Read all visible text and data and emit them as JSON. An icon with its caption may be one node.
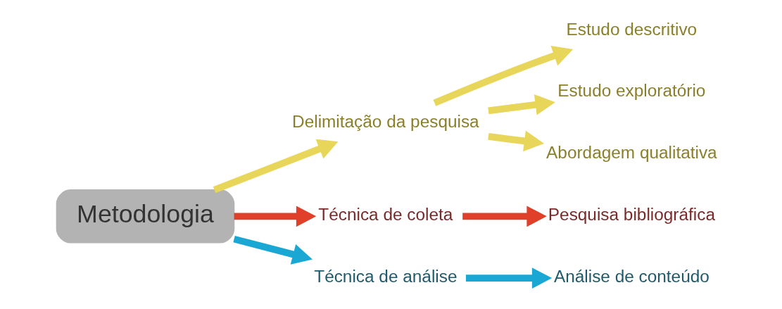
{
  "diagram": {
    "nodes": [
      {
        "text": [
          "Metodologia"
        ]
      },
      {
        "text": [
          "Delimitação da pesquisa"
        ]
      },
      {
        "text": [
          "Estudo descritivo"
        ]
      },
      {
        "text": [
          "Estudo exploratório"
        ]
      },
      {
        "text": [
          "Abordagem qualitativa"
        ]
      },
      {
        "text": [
          "Técnica de coleta"
        ]
      },
      {
        "text": [
          "Pesquisa bibliográfica"
        ]
      },
      {
        "text": [
          "Técnica de análise"
        ]
      },
      {
        "text": [
          "Análise de conteúdo"
        ]
      }
    ],
    "edges": [
      {
        "from": 0,
        "to": 1,
        "arrow": "to",
        "color": "#e8d65a"
      },
      {
        "from": 1,
        "to": 2,
        "arrow": "to",
        "color": "#e8d65a"
      },
      {
        "from": 1,
        "to": 3,
        "arrow": "to",
        "color": "#e8d65a"
      },
      {
        "from": 1,
        "to": 4,
        "arrow": "to",
        "color": "#e8d65a"
      },
      {
        "from": 0,
        "to": 5,
        "arrow": "to",
        "color": "#e0402a"
      },
      {
        "from": 5,
        "to": 6,
        "arrow": "to",
        "color": "#e0402a"
      },
      {
        "from": 0,
        "to": 7,
        "arrow": "to",
        "color": "#1aa7d4"
      },
      {
        "from": 7,
        "to": 8,
        "arrow": "to",
        "color": "#1aa7d4"
      }
    ]
  }
}
